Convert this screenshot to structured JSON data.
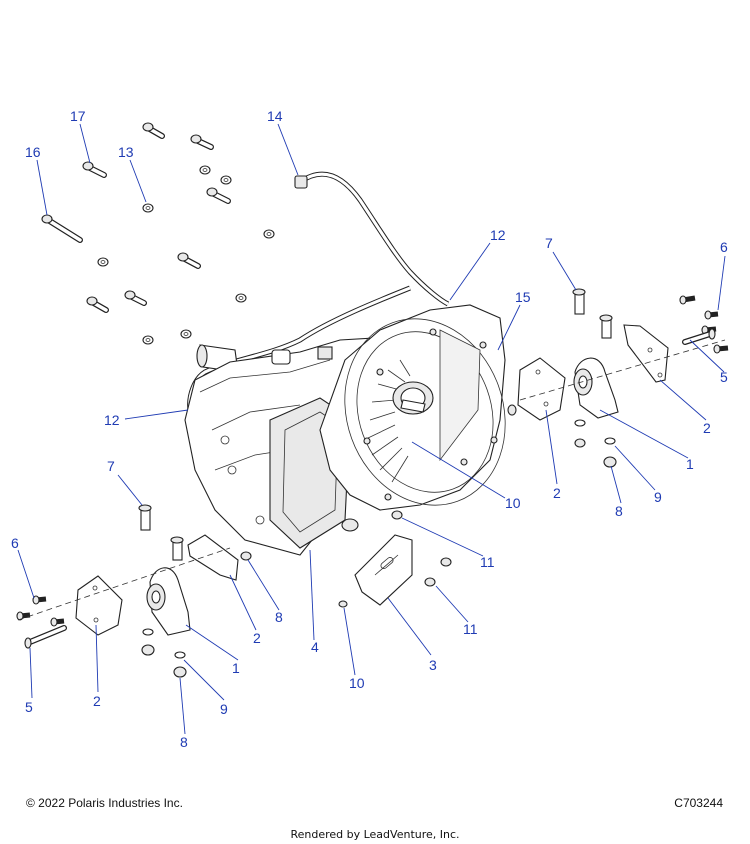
{
  "diagram": {
    "callouts": [
      {
        "id": "c17",
        "label": "17"
      },
      {
        "id": "c16",
        "label": "16"
      },
      {
        "id": "c13",
        "label": "13"
      },
      {
        "id": "c14",
        "label": "14"
      },
      {
        "id": "c12a",
        "label": "12"
      },
      {
        "id": "c7a",
        "label": "7"
      },
      {
        "id": "c6a",
        "label": "6"
      },
      {
        "id": "c15",
        "label": "15"
      },
      {
        "id": "c5a",
        "label": "5"
      },
      {
        "id": "c2a",
        "label": "2"
      },
      {
        "id": "c1a",
        "label": "1"
      },
      {
        "id": "c12b",
        "label": "12"
      },
      {
        "id": "c10a",
        "label": "10"
      },
      {
        "id": "c2b",
        "label": "2"
      },
      {
        "id": "c9a",
        "label": "9"
      },
      {
        "id": "c8a",
        "label": "8"
      },
      {
        "id": "c7b",
        "label": "7"
      },
      {
        "id": "c11a",
        "label": "11"
      },
      {
        "id": "c6b",
        "label": "6"
      },
      {
        "id": "c8b",
        "label": "8"
      },
      {
        "id": "c2c",
        "label": "2"
      },
      {
        "id": "c11b",
        "label": "11"
      },
      {
        "id": "c4",
        "label": "4"
      },
      {
        "id": "c1b",
        "label": "1"
      },
      {
        "id": "c3",
        "label": "3"
      },
      {
        "id": "c10b",
        "label": "10"
      },
      {
        "id": "c5b",
        "label": "5"
      },
      {
        "id": "c2d",
        "label": "2"
      },
      {
        "id": "c9b",
        "label": "9"
      },
      {
        "id": "c8c",
        "label": "8"
      }
    ]
  },
  "footer": {
    "copyright": "© 2022 Polaris Industries Inc.",
    "code": "C703244",
    "rendered_by": "Rendered by LeadVenture, Inc."
  },
  "colors": {
    "callout": "#1f3bb3",
    "line": "#222222"
  }
}
